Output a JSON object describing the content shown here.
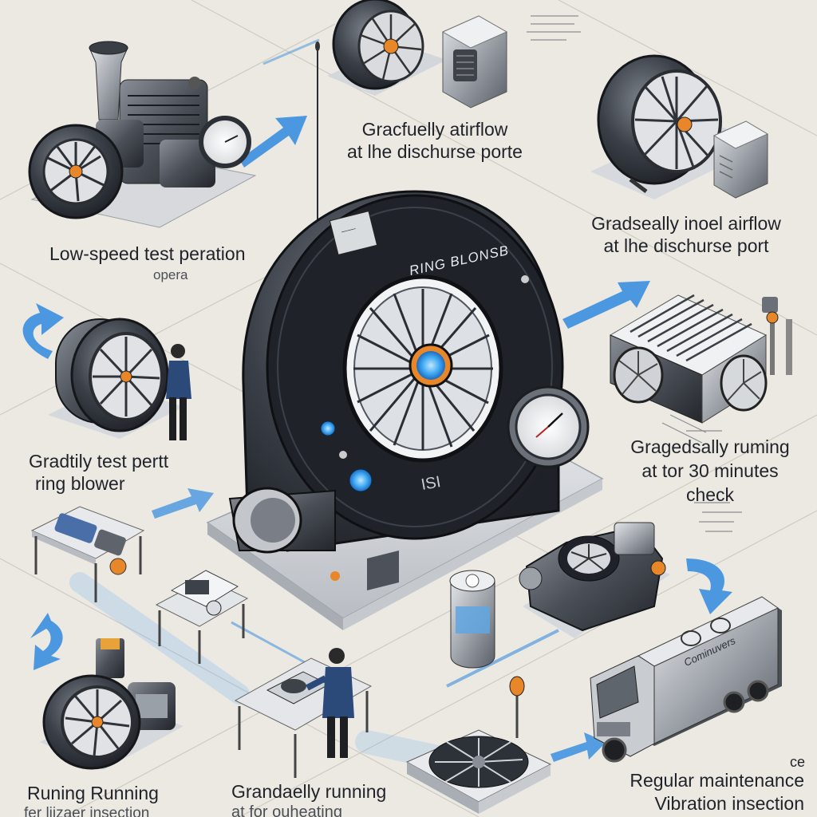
{
  "labels": {
    "discharge_top": [
      "Gracfuelly atirflow",
      "at lhe dischurse porte"
    ],
    "discharge_right": [
      "Gradseally inoel airflow",
      "at lhe dischurse port"
    ],
    "low_speed": [
      "Low-speed test peration",
      "opera"
    ],
    "gradtily": [
      "Gradtily test pertt",
      "ring blower"
    ],
    "running_30": [
      "Gragedsally ruming",
      "at tor 30 minutes",
      "check"
    ],
    "running_running": [
      "Runing Running",
      "fer liizaer insection"
    ],
    "overheating": [
      "Grandaelly running",
      "at for ouheating"
    ],
    "maintenance": [
      "Regular maintenance",
      "Vibration insection"
    ],
    "maintenance_suffix": "ce"
  },
  "central_blower": {
    "ring_text": "RING BLONSB",
    "plate_text": "——",
    "badge_text": "ISI"
  },
  "truck": {
    "panel_text": "Cominuvers"
  },
  "colors": {
    "background": "#ece9e2",
    "metal_dark": "#2b2f36",
    "metal_mid": "#6b7078",
    "metal_light": "#c9ccd1",
    "arrow_blue": "#3b8fe0",
    "glow_blue": "#4fb8ff",
    "accent_orange": "#e8872a",
    "text": "#1f2329"
  },
  "icons": {
    "flow_arrows": "curved-arrow-icon",
    "gauge": "pressure-gauge-icon",
    "fan": "impeller-icon",
    "indicator": "warning-lamp-icon"
  }
}
